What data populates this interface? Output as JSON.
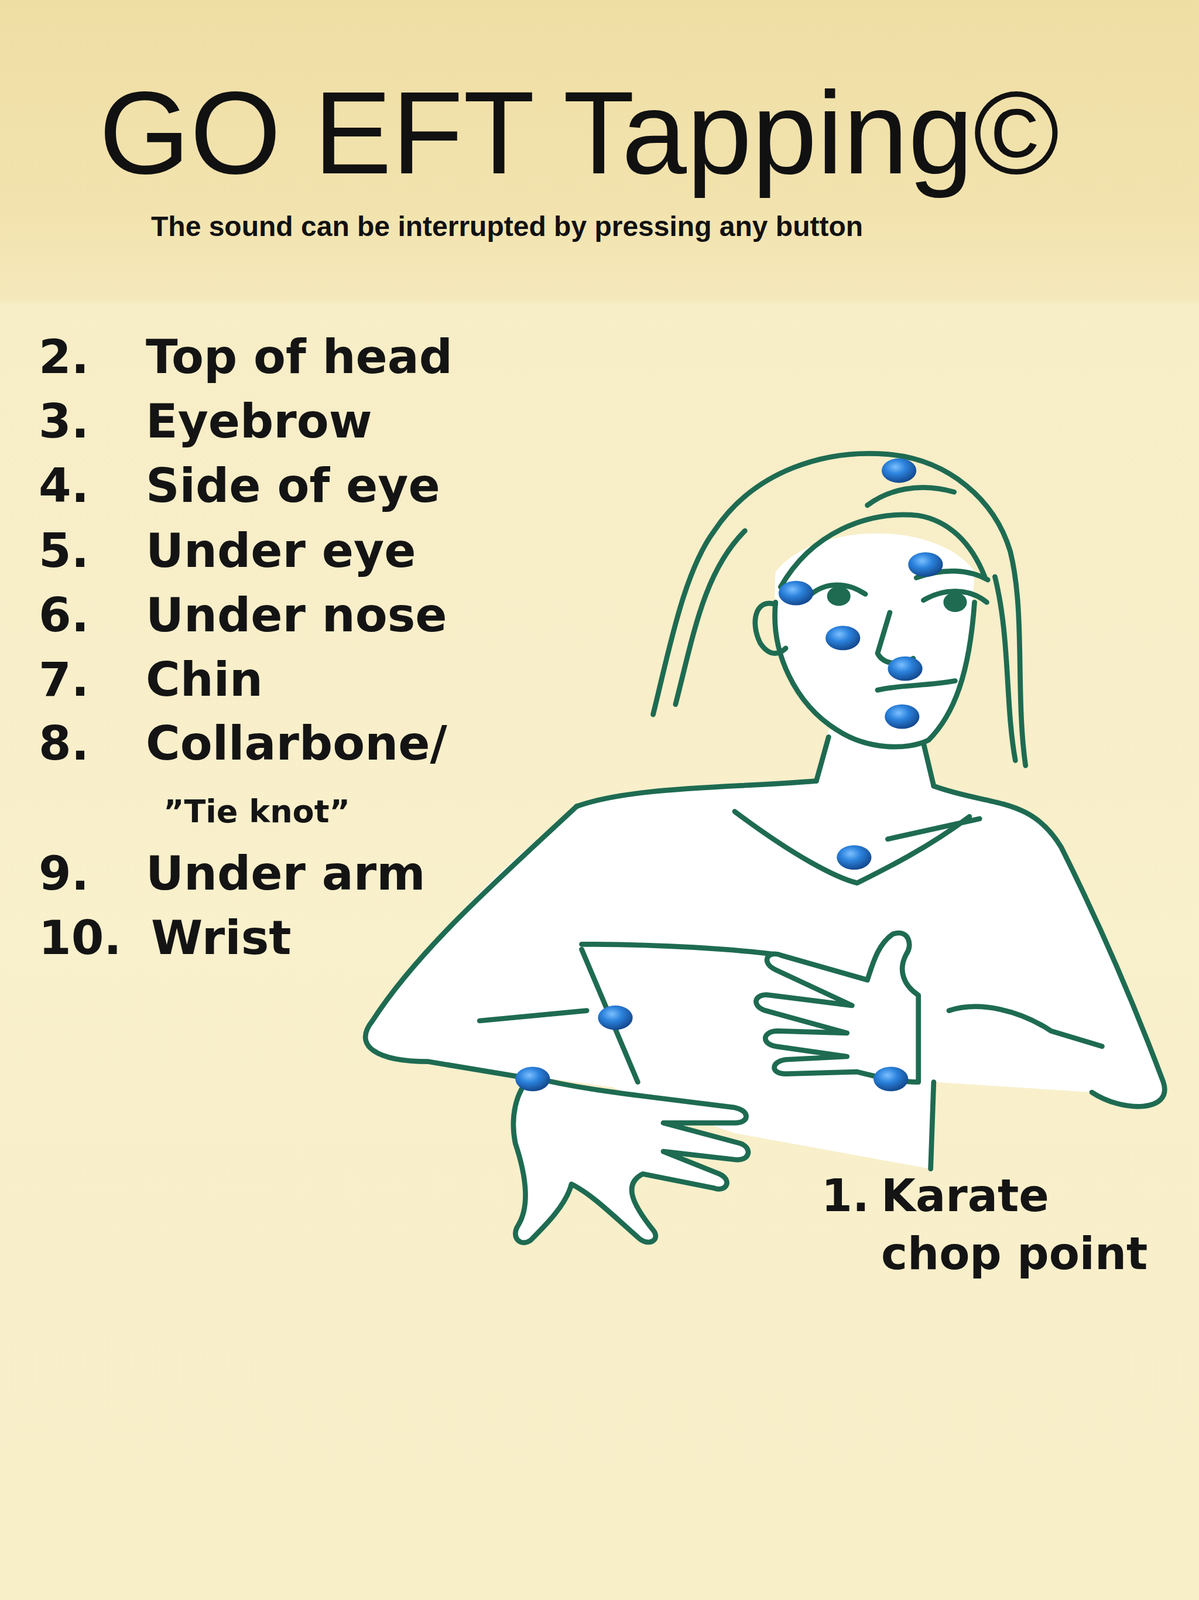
{
  "diagram": {
    "title": "GO EFT Tapping©",
    "labels": [
      "The sound can be interrupted by pressing any button",
      "2.",
      "Top of head",
      "3.",
      "Eyebrow",
      "4.",
      "Side of eye",
      "5.",
      "Under eye",
      "6.",
      "Under nose",
      "7.",
      "Chin",
      "8.",
      "Collarbone/",
      "”Tie knot”",
      "9.",
      "Under arm",
      "10.",
      "Wrist",
      "1.",
      "Karate chop point"
    ]
  }
}
